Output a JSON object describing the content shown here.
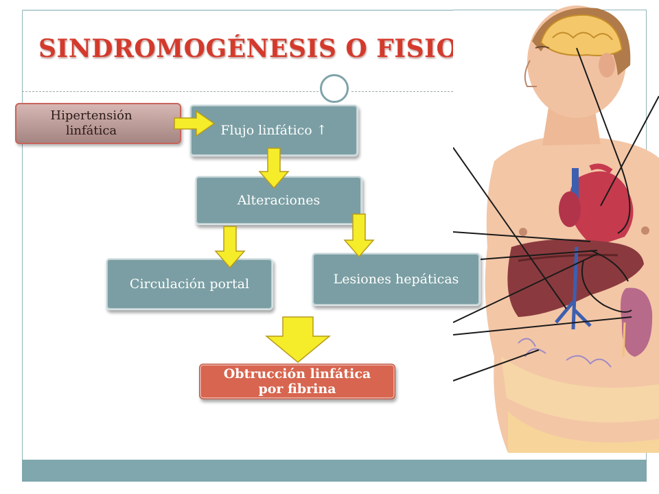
{
  "slide": {
    "title": "SINDROMOGÉNESIS O FISIO"
  },
  "diagram": {
    "nodes": {
      "hipertension": "Hipertensión linfática",
      "flujo": "Flujo linfático ↑",
      "alteraciones": "Alteraciones",
      "circulacion": "Circulación portal",
      "lesiones": "Lesiones hepáticas",
      "obstruccion": "Obtrucción linfática por fibrina"
    }
  },
  "colors": {
    "title": "#d33a2c",
    "node_fill": "#7a9ea3",
    "arrow_fill": "#f5ec2a",
    "obstruction_fill": "#d7654f",
    "bottom_bar": "#7fa7ad"
  }
}
